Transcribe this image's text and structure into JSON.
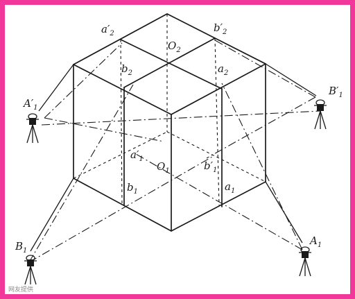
{
  "frame_color": "#f2379a",
  "labels": {
    "a2p": "a′",
    "a2p_sub": "2",
    "b2p": "b′",
    "b2p_sub": "2",
    "o2": "O",
    "o2_sub": "2",
    "b2": "b",
    "b2_sub": "2",
    "a2": "a",
    "a2_sub": "2",
    "a1p_station": "A′",
    "a1p_station_sub": "1",
    "b1p_station": "B′",
    "b1p_station_sub": "1",
    "a1p": "a′",
    "a1p_sub": "1",
    "o1": "O",
    "o1_sub": "1",
    "b1p": "b′",
    "b1p_sub": "1",
    "b1": "b",
    "b1_sub": "1",
    "a1": "a",
    "a1_sub": "1",
    "b1_station": "B",
    "b1_station_sub": "1",
    "a1_station": "A",
    "a1_station_sub": "1"
  },
  "icons": {
    "station": "theodolite-icon"
  },
  "watermark": "网友提供"
}
